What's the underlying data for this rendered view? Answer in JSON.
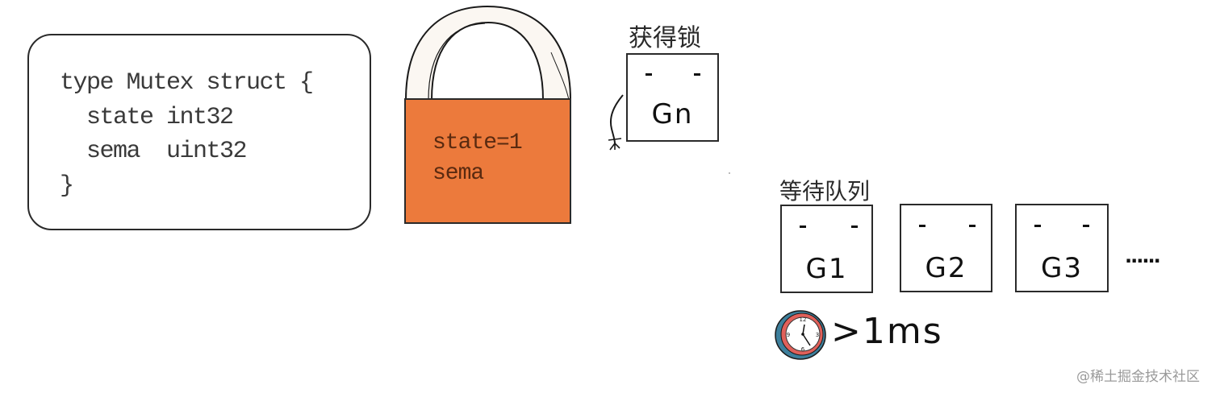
{
  "struct_box": {
    "lines": [
      "type Mutex struct {",
      "  state int32",
      "  sema  uint32",
      "}"
    ]
  },
  "lock": {
    "state_label": "state=1",
    "sema_label": "sema",
    "body_color": "#ec7a3c",
    "shackle_color": "#fbf7f2"
  },
  "owner": {
    "caption": "获得锁",
    "goroutine": "Gn"
  },
  "wait_queue": {
    "caption": "等待队列",
    "goroutines": [
      "G1",
      "G2",
      "G3"
    ],
    "more": "······"
  },
  "timeout": {
    "icon": "clock-icon",
    "label": ">1ms"
  },
  "watermark": "@稀土掘金技术社区"
}
